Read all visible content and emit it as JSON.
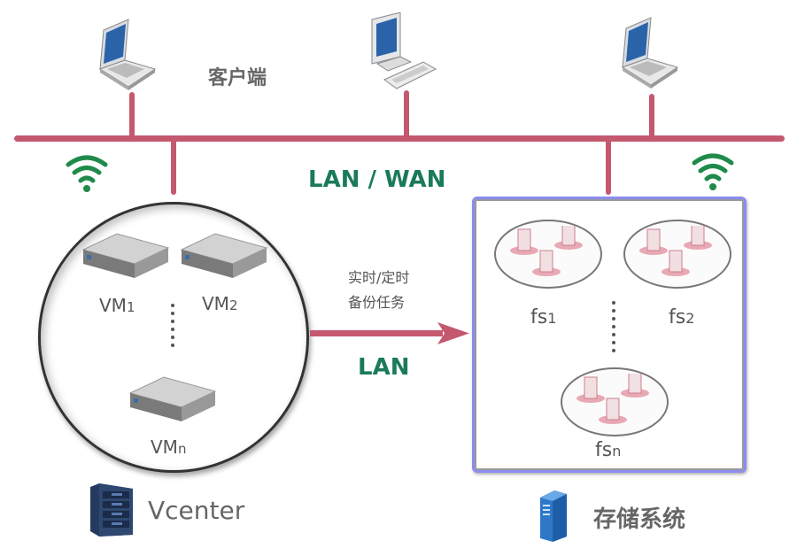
{
  "network": {
    "top_label": "LAN / WAN",
    "link_label": "LAN",
    "backbone_color": "#c4586f",
    "label_color": "#1a7a5a"
  },
  "clients": {
    "label": "客户端",
    "devices": [
      {
        "type": "laptop-icon"
      },
      {
        "type": "desktop-icon"
      },
      {
        "type": "laptop-icon"
      }
    ]
  },
  "wifi": [
    {
      "icon": "wifi-icon"
    },
    {
      "icon": "wifi-icon"
    }
  ],
  "vcenter": {
    "label": "Vcenter",
    "vms": [
      {
        "name": "VM",
        "sub": "1"
      },
      {
        "name": "VM",
        "sub": "2"
      },
      {
        "name": "VM",
        "sub": "n"
      }
    ]
  },
  "task": {
    "line1": "实时/定时",
    "line2": "备份任务"
  },
  "storage": {
    "label": "存储系统",
    "border_color": "#8c8cf0",
    "filesystems": [
      {
        "name": "fs",
        "sub": "1"
      },
      {
        "name": "fs",
        "sub": "2"
      },
      {
        "name": "fs",
        "sub": "n"
      }
    ]
  }
}
